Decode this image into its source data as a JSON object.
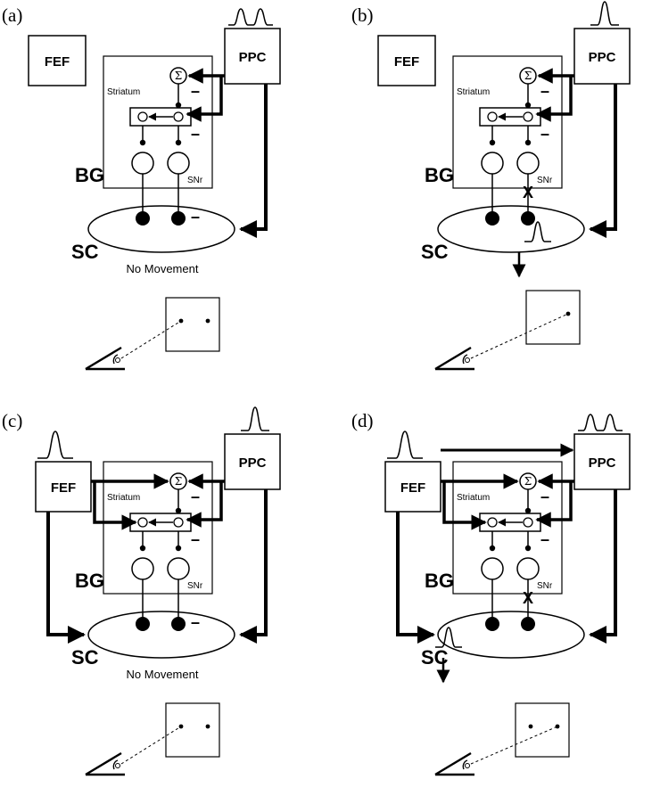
{
  "labels": {
    "fef": "FEF",
    "ppc": "PPC",
    "bg": "BG",
    "sc": "SC",
    "striatum": "Striatum",
    "snr": "SNr",
    "sigma": "Σ",
    "minus": "–",
    "block": "X",
    "no_movement": "No Movement"
  },
  "panels": [
    {
      "id": "a",
      "label": "(a)",
      "fef_burst": false,
      "ppc_bursts": 2,
      "snr_blocked": false,
      "sc_burst": false,
      "movement": false,
      "fef_to_ppc": false
    },
    {
      "id": "b",
      "label": "(b)",
      "fef_burst": false,
      "ppc_bursts": 1,
      "snr_blocked": true,
      "sc_burst": true,
      "movement": true,
      "fef_to_ppc": false
    },
    {
      "id": "c",
      "label": "(c)",
      "fef_burst": true,
      "ppc_bursts": 1,
      "snr_blocked": false,
      "sc_burst": false,
      "movement": false,
      "fef_to_ppc": false
    },
    {
      "id": "d",
      "label": "(d)",
      "fef_burst": true,
      "ppc_bursts": 2,
      "snr_blocked": true,
      "sc_burst": true,
      "movement": true,
      "fef_to_ppc": true
    }
  ]
}
